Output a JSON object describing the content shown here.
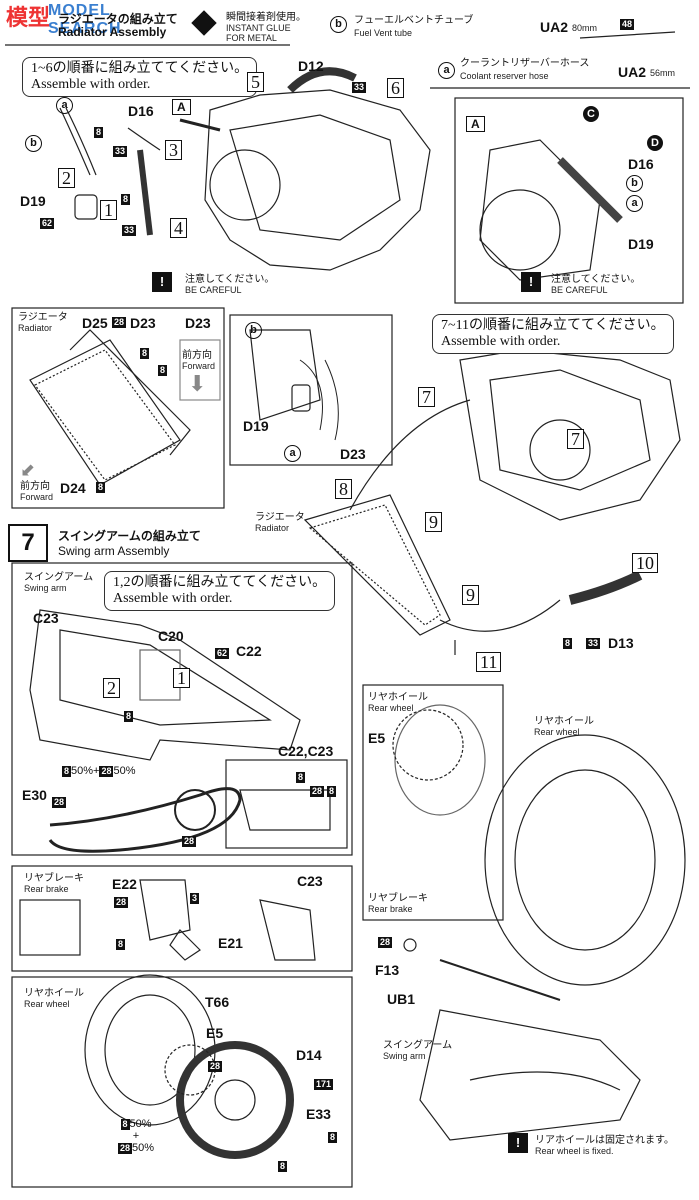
{
  "watermark": {
    "text": "MODEL SEARCH",
    "brand": "模型"
  },
  "header": {
    "radiator_jp": "ラジエータの組み立て",
    "radiator_en": "Radiator Assembly",
    "glue_jp": "瞬間接着剤使用。",
    "glue_en1": "INSTANT GLUE",
    "glue_en2": "FOR METAL",
    "vent_letter": "b",
    "vent_jp": "フューエルベントチューブ",
    "vent_en": "Fuel Vent tube",
    "vent_part": "UA2",
    "vent_len": "80mm",
    "vent_num": "48",
    "coolant_letter": "a",
    "coolant_jp": "クーラントリザーバーホース",
    "coolant_en": "Coolant reserver hose",
    "coolant_part": "UA2",
    "coolant_len": "56mm"
  },
  "section6": {
    "note_jp": "1~6の順番に組み立ててください。",
    "note_en": "Assemble with order.",
    "labels": {
      "a": "a",
      "b": "b",
      "D16": "D16",
      "D19": "D19",
      "D12": "D12",
      "A": "A"
    },
    "nums": {
      "n8a": "8",
      "n33a": "33",
      "n8b": "8",
      "n33b": "33",
      "n62": "62",
      "n33c": "33"
    },
    "steps": [
      "1",
      "2",
      "3",
      "4",
      "5",
      "6"
    ],
    "caution_jp": "注意してください。",
    "caution_en": "BE CAREFUL"
  },
  "detailA": {
    "A": "A",
    "C": "C",
    "D": "D",
    "D16": "D16",
    "b": "b",
    "a": "a",
    "D19": "D19",
    "caution_jp": "注意してください。",
    "caution_en": "BE CAREFUL"
  },
  "radiator_box": {
    "jp": "ラジエータ",
    "en": "Radiator",
    "D25": "D25",
    "n28": "28",
    "D23": "D23",
    "D23b": "D23",
    "n8a": "8",
    "n8b": "8",
    "fwd_jp": "前方向",
    "fwd_en": "Forward",
    "fwd2_jp": "前方向",
    "fwd2_en": "Forward",
    "D24": "D24",
    "n8c": "8"
  },
  "hose_box": {
    "b": "b",
    "D19": "D19",
    "a": "a",
    "D23": "D23"
  },
  "main_assembly": {
    "note_jp": "7~11の順番に組み立ててください。",
    "note_en": "Assemble with order.",
    "steps": [
      "7",
      "7",
      "8",
      "9",
      "9",
      "10",
      "11"
    ],
    "radiator_jp": "ラジエータ",
    "radiator_en": "Radiator",
    "n8": "8",
    "n33": "33",
    "D13": "D13"
  },
  "section7": {
    "number": "7",
    "title_jp": "スイングアームの組み立て",
    "title_en": "Swing arm Assembly"
  },
  "swingarm_box": {
    "jp": "スイングアーム",
    "en": "Swing arm",
    "note_jp": "1,2の順番に組み立ててください。",
    "note_en": "Assemble with order.",
    "C23": "C23",
    "C20": "C20",
    "C22": "C22",
    "n62": "62",
    "n8": "8",
    "s1": "1",
    "s2": "2",
    "grease_a": "8",
    "grease_a_pct": "50%+",
    "grease_b": "28",
    "grease_b_pct": "50%",
    "E30": "E30",
    "n28a": "28",
    "n28b": "28",
    "C22C23": "C22,C23",
    "n8b": "8",
    "n28c": "28",
    "n8c": "8"
  },
  "rear_brake_box": {
    "jp": "リヤブレーキ",
    "en": "Rear brake",
    "E22": "E22",
    "n28": "28",
    "n3": "3",
    "n8": "8",
    "E21": "E21",
    "C23": "C23"
  },
  "rear_wheel_box": {
    "jp": "リヤホイール",
    "en": "Rear wheel",
    "T66": "T66",
    "E5": "E5",
    "n28": "28",
    "D14": "D14",
    "n171": "171",
    "g8": "8",
    "g8pct": "50%",
    "plus": "+",
    "g28": "28",
    "g28pct": "50%",
    "E33": "E33",
    "n8a": "8",
    "n8b": "8"
  },
  "right_lower": {
    "rw_jp": "リヤホイール",
    "rw_en": "Rear wheel",
    "E5": "E5",
    "rb_jp": "リヤブレーキ",
    "rb_en": "Rear brake",
    "rw2_jp": "リヤホイール",
    "rw2_en": "Rear wheel",
    "n28": "28",
    "F13": "F13",
    "UB1": "UB1",
    "sa_jp": "スイングアーム",
    "sa_en": "Swing arm",
    "fixed_jp": "リアホイールは固定されます。",
    "fixed_en": "Rear wheel is fixed."
  }
}
